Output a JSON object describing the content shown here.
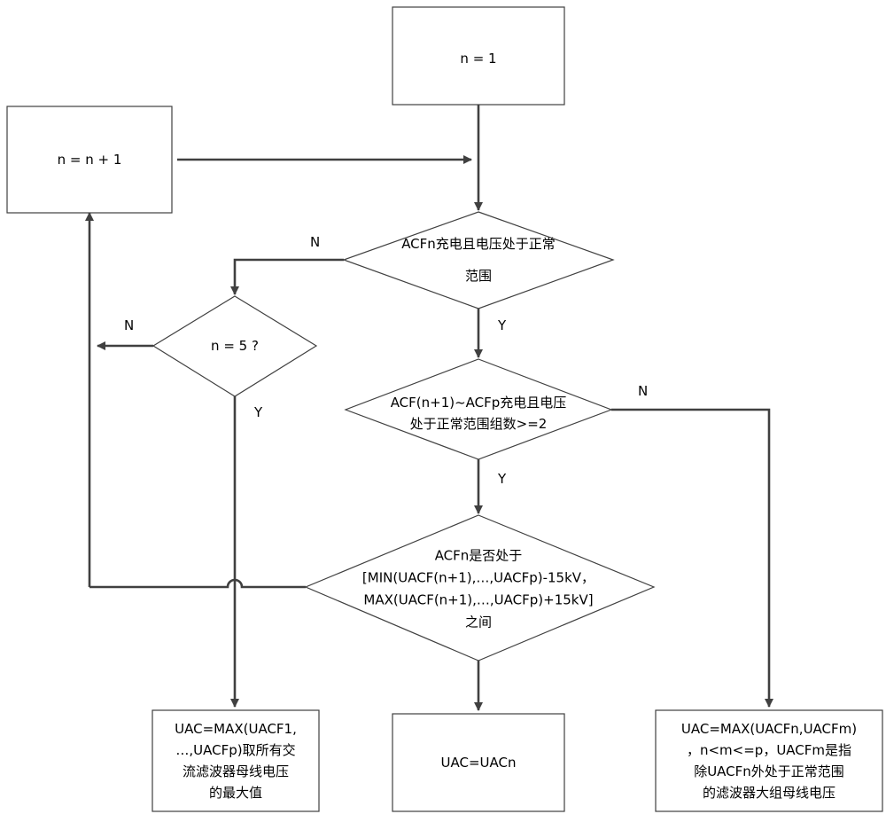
{
  "nodes": {
    "start": {
      "lines": [
        "n = 1"
      ]
    },
    "increment": {
      "lines": [
        "n = n + 1"
      ]
    },
    "check_acfn": {
      "lines": [
        "ACFn充电且电压处于正常",
        "范围"
      ]
    },
    "check_n5": {
      "lines": [
        "n = 5 ?"
      ]
    },
    "check_groups": {
      "lines": [
        "ACF(n+1)~ACFp充电且电压",
        "处于正常范围组数>=2"
      ]
    },
    "check_range": {
      "lines": [
        "ACFn是否处于",
        "[MIN(UACF(n+1),…,UACFp)-15kV，",
        "MAX(UACF(n+1),…,UACFp)+15kV]",
        "之间"
      ]
    },
    "result_max": {
      "lines": [
        "UAC=MAX(UACF1,",
        "…,UACFp)取所有交",
        "流滤波器母线电压",
        "的最大值"
      ]
    },
    "result_n": {
      "lines": [
        "UAC=UACn"
      ]
    },
    "result_m": {
      "lines": [
        "UAC=MAX(UACFn,UACFm)",
        "，n<m<=p，UACFm是指",
        "除UACFn外处于正常范围",
        "的滤波器大组母线电压"
      ]
    }
  },
  "edge_labels": {
    "acfn_no": "N",
    "acfn_yes": "Y",
    "n5_no": "N",
    "n5_yes": "Y",
    "groups_no": "N",
    "groups_yes": "Y"
  }
}
